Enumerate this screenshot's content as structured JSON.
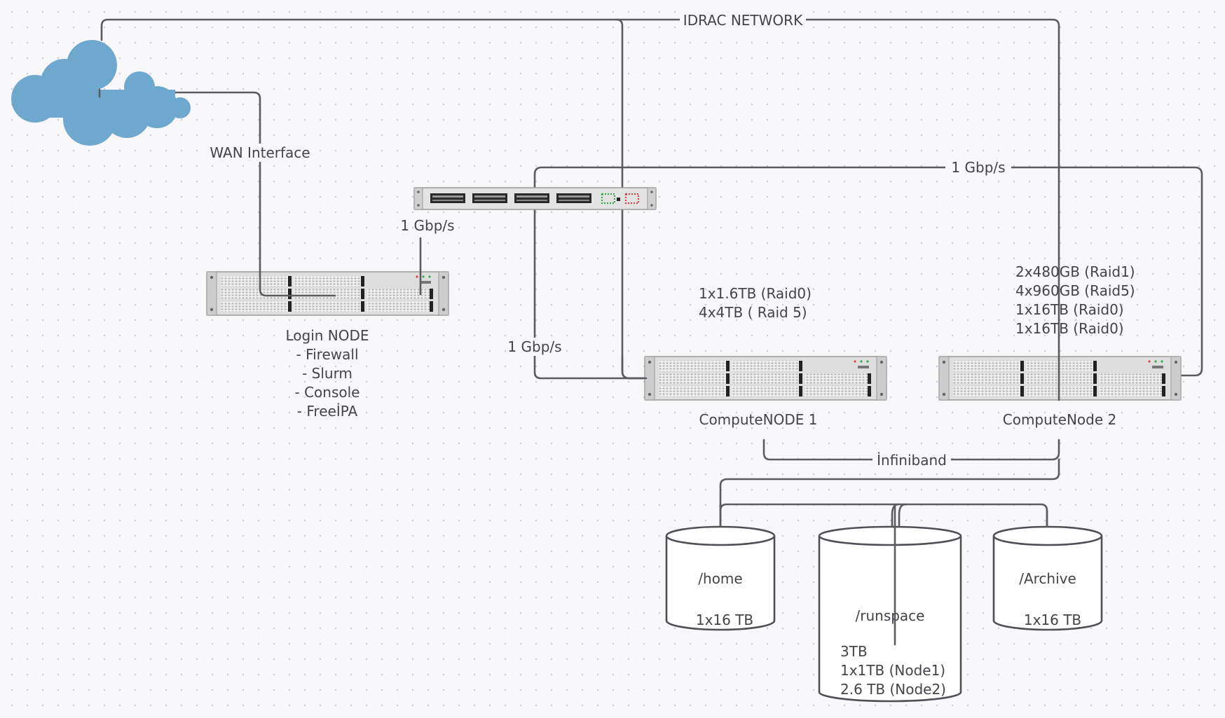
{
  "network": {
    "idrac_label": "IDRAC NETWORK",
    "wan_label": "WAN Interface",
    "speed_top": "1 Gbp/s",
    "speed_login": "1 Gbp/s",
    "speed_node1": "1 Gbp/s",
    "infiniband_label": "İnfiniband"
  },
  "login_node": {
    "title": "Login NODE",
    "services": [
      "- Firewall",
      "- Slurm",
      "- Console",
      "- FreeİPA"
    ]
  },
  "compute_node_1": {
    "title": "ComputeNODE 1",
    "disks": [
      "1x1.6TB (Raid0)",
      "4x4TB ( Raid 5)"
    ]
  },
  "compute_node_2": {
    "title": "ComputeNode 2",
    "disks": [
      "2x480GB (Raid1)",
      "4x960GB (Raid5)",
      "1x16TB (Raid0)",
      "1x16TB (Raid0)"
    ]
  },
  "storage": {
    "home": {
      "name": "/home",
      "size": "1x16 TB"
    },
    "runspace": {
      "name": "/runspace",
      "details": [
        "3TB",
        "1x1TB (Node1)",
        "2.6 TB (Node2)"
      ]
    },
    "archive": {
      "name": "/Archive",
      "size": "1x16 TB"
    }
  },
  "colors": {
    "cloud": "#6fa8cf",
    "line": "#5b5b60",
    "server_face": "#e6e6e6",
    "switch_port_green": "#3aa84a",
    "switch_port_red": "#d9434b"
  },
  "icons": {
    "cloud": "cloud-icon",
    "switch": "network-switch-icon",
    "server": "rack-server-icon",
    "disk": "database-cylinder-icon"
  }
}
